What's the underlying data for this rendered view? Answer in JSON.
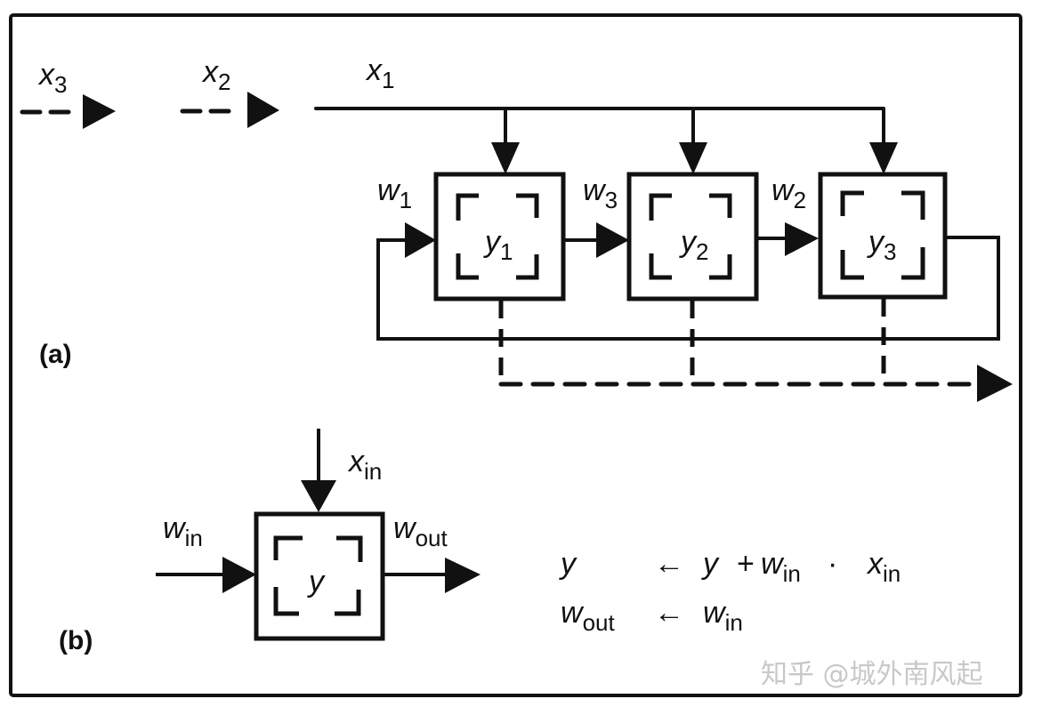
{
  "figure": {
    "panel_a": {
      "label": "(a)",
      "inputs": [
        {
          "base": "x",
          "sub": "3",
          "style": "dashed"
        },
        {
          "base": "x",
          "sub": "2",
          "style": "dashed"
        },
        {
          "base": "x",
          "sub": "1",
          "style": "solid"
        }
      ],
      "cells": [
        {
          "base": "y",
          "sub": "1",
          "weight_in": {
            "base": "w",
            "sub": "1"
          }
        },
        {
          "base": "y",
          "sub": "2",
          "weight_in": {
            "base": "w",
            "sub": "3"
          }
        },
        {
          "base": "y",
          "sub": "3",
          "weight_in": {
            "base": "w",
            "sub": "2"
          }
        }
      ]
    },
    "panel_b": {
      "label": "(b)",
      "cell": {
        "base": "y"
      },
      "x_in": {
        "base": "x",
        "sub": "in"
      },
      "w_in": {
        "base": "w",
        "sub": "in"
      },
      "w_out": {
        "base": "w",
        "sub": "out"
      },
      "equations": [
        {
          "lhs_base": "y",
          "lhs_sub": "",
          "arrow": "←",
          "rhs": [
            {
              "t": "y",
              "i": true
            },
            {
              "t": " + ",
              "i": false
            },
            {
              "t": "w",
              "i": true,
              "sub": "in"
            },
            {
              "t": " · ",
              "i": false
            },
            {
              "t": "x",
              "i": true,
              "sub": "in"
            }
          ]
        },
        {
          "lhs_base": "w",
          "lhs_sub": "out",
          "arrow": "←",
          "rhs": [
            {
              "t": "w",
              "i": true,
              "sub": "in"
            }
          ]
        }
      ]
    },
    "watermark": "知乎 @城外南风起"
  }
}
